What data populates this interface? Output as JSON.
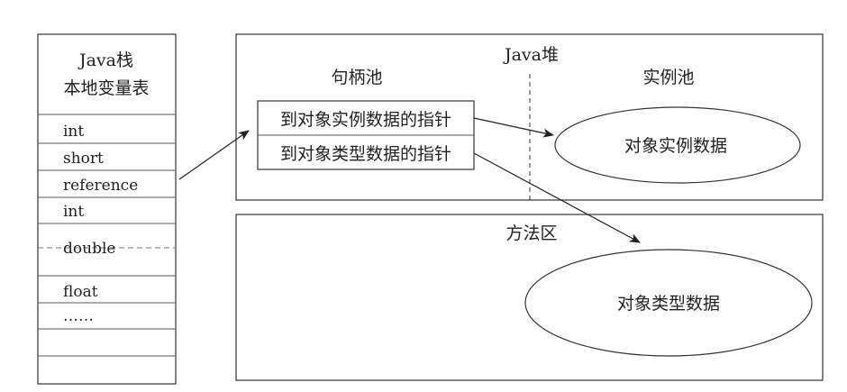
{
  "stack": {
    "title_line1": "Java栈",
    "title_line2": "本地变量表",
    "slots": [
      "int",
      "short",
      "reference",
      "int",
      "double",
      "float",
      "……",
      "",
      ""
    ]
  },
  "heap": {
    "title": "Java堆",
    "handle_pool": {
      "title": "句柄池",
      "pointer_instance": "到对象实例数据的指针",
      "pointer_type": "到对象类型数据的指针"
    },
    "instance_pool": {
      "title": "实例池",
      "instance_data": "对象实例数据"
    }
  },
  "method_area": {
    "title": "方法区",
    "type_data": "对象类型数据"
  }
}
